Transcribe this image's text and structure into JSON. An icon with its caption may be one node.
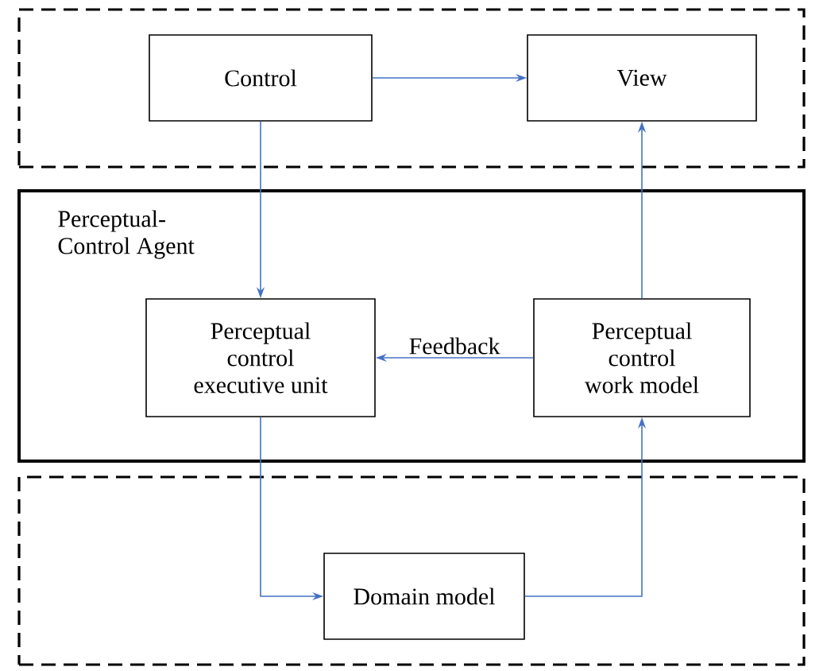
{
  "diagram": {
    "nodes": [
      {
        "text": [],
        "shape": "box"
      },
      {
        "text": [
          "Control"
        ],
        "in": 0
      },
      {
        "text": [
          "View"
        ],
        "in": 0
      },
      {
        "text": [
          "Perceptual-Control Agent"
        ]
      },
      {
        "text": [
          "Perceptual control executive unit"
        ],
        "in": 3
      },
      {
        "text": [
          "Perceptual control work model"
        ],
        "in": 3
      },
      {
        "text": [],
        "shape": "box"
      },
      {
        "text": [
          "Domain model"
        ],
        "in": 6
      }
    ],
    "edges": [
      {
        "from": 1,
        "to": 2,
        "arrow": "to"
      },
      {
        "from": 1,
        "to": 4,
        "arrow": "to"
      },
      {
        "from": 5,
        "to": 4,
        "arrow": "to",
        "label": "Feedback"
      },
      {
        "from": 4,
        "to": 7,
        "arrow": "to"
      },
      {
        "from": 7,
        "to": 5,
        "arrow": "to"
      },
      {
        "from": 5,
        "to": 2,
        "arrow": "to"
      }
    ]
  }
}
